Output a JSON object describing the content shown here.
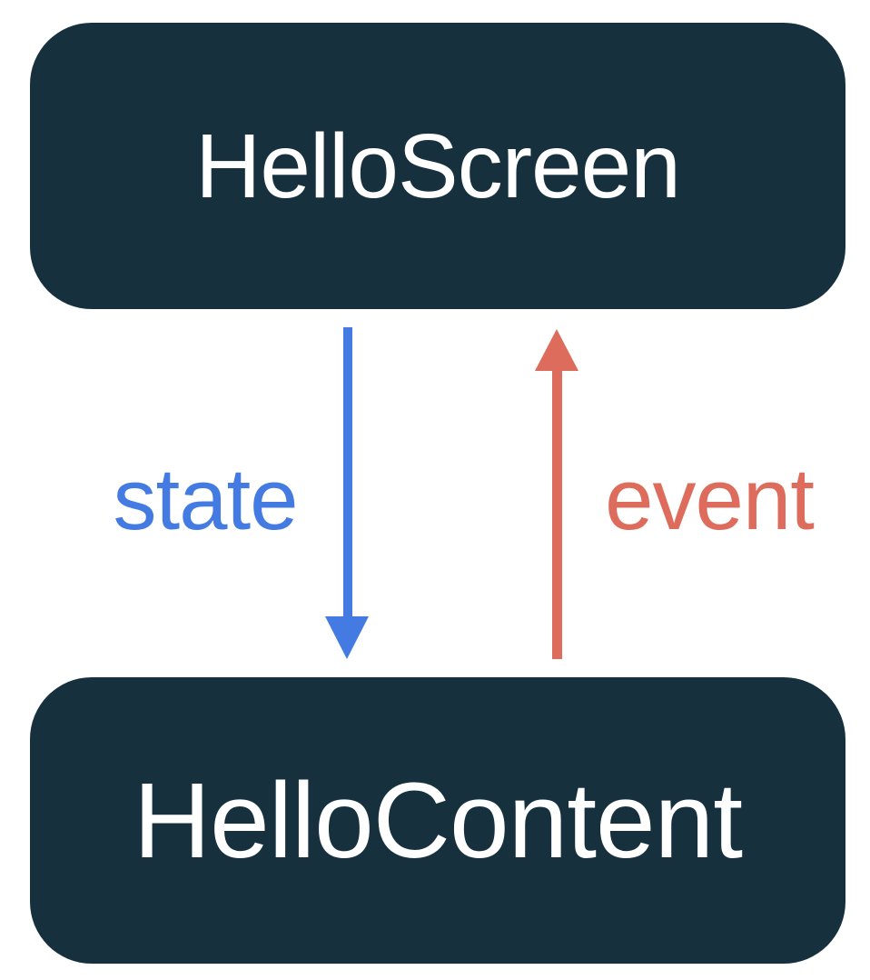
{
  "colors": {
    "background": "#FFFFFF",
    "node_fill": "#16303E",
    "node_text": "#FFFFFF",
    "state_blue": "#447BE2",
    "event_red": "#DD6C5D"
  },
  "nodes": [
    {
      "id": "screen",
      "label": "HelloScreen"
    },
    {
      "id": "content",
      "label": "HelloContent"
    }
  ],
  "edges": [
    {
      "id": "state",
      "label": "state",
      "direction": "down",
      "color": "#447BE2"
    },
    {
      "id": "event",
      "label": "event",
      "direction": "up",
      "color": "#DD6C5D"
    }
  ]
}
